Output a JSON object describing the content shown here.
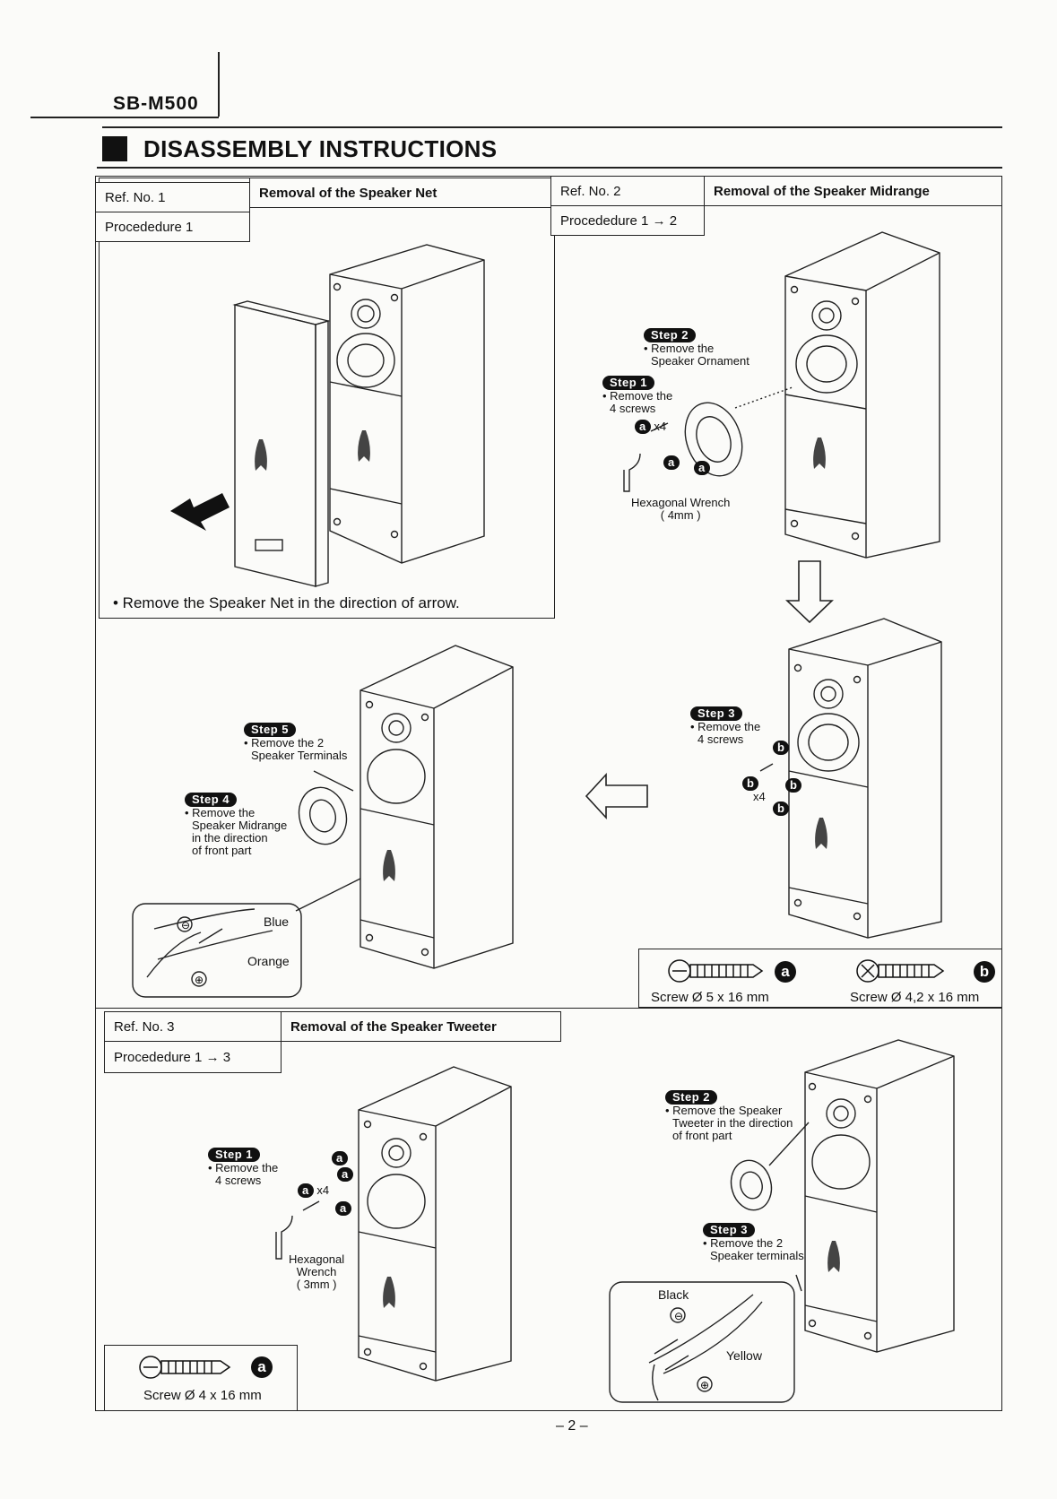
{
  "header": {
    "model": "SB-M500",
    "title": "DISASSEMBLY INSTRUCTIONS"
  },
  "ref1": {
    "ref_no": "Ref. No. 1",
    "heading": "Removal of the Speaker Net",
    "procedure": "Procededure 1",
    "caption": "• Remove the Speaker Net in the direction of arrow."
  },
  "ref2": {
    "ref_no": "Ref. No. 2",
    "heading": "Removal of the Speaker Midrange",
    "procedure": "Procededure 1 → 2",
    "step2_badge": "Step 2",
    "step2_line1": "• Remove the",
    "step2_line2": "Speaker Ornament",
    "step1_badge": "Step 1",
    "step1_line1": "• Remove the",
    "step1_line2": "4 screws",
    "x4": "x4",
    "wrench_line1": "Hexagonal Wrench",
    "wrench_line2": "( 4mm )",
    "step3_badge": "Step 3",
    "step3_line1": "• Remove the",
    "step3_line2": "4 screws",
    "step5_badge": "Step 5",
    "step5_line1": "• Remove the 2",
    "step5_line2": "Speaker Terminals",
    "step4_badge": "Step 4",
    "step4_line1": "• Remove the",
    "step4_line2": "Speaker Midrange",
    "step4_line3": "in the direction",
    "step4_line4": "of front part",
    "wire_blue": "Blue",
    "wire_orange": "Orange",
    "screw_a_label": "Screw Ø 5 x 16 mm",
    "screw_b_label": "Screw Ø 4,2 x 16 mm",
    "mark_a": "a",
    "mark_b": "b"
  },
  "ref3": {
    "ref_no": "Ref. No. 3",
    "heading": "Removal of the Speaker Tweeter",
    "procedure": "Procededure 1 → 3",
    "step1_badge": "Step 1",
    "step1_line1": "• Remove the",
    "step1_line2": "4 screws",
    "x4": "x4",
    "wrench_line1": "Hexagonal",
    "wrench_line2": "Wrench",
    "wrench_line3": "( 3mm )",
    "step2_badge": "Step 2",
    "step2_line1": "• Remove the Speaker",
    "step2_line2": "Tweeter in the direction",
    "step2_line3": "of front part",
    "step3_badge": "Step 3",
    "step3_line1": "• Remove the 2",
    "step3_line2": "Speaker terminals",
    "wire_black": "Black",
    "wire_yellow": "Yellow",
    "screw_label": "Screw Ø 4 x 16 mm",
    "mark_a": "a"
  },
  "footer": {
    "page": "– 2 –"
  }
}
